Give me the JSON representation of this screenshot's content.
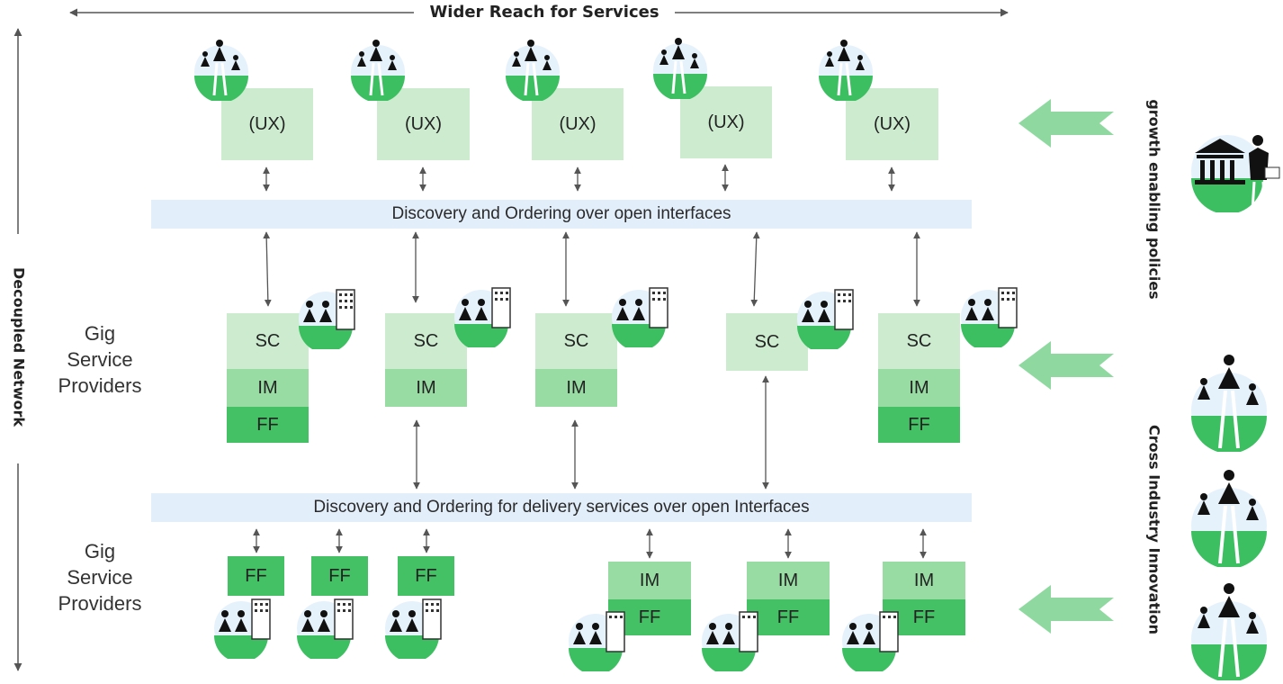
{
  "top_title": "Wider Reach for Services",
  "left_axis_label": "Decoupled Network",
  "ux_label": "(UX)",
  "band_top": "Discovery and Ordering over open interfaces",
  "band_bottom": "Discovery and Ordering for delivery services over open Interfaces",
  "group_label_1": "Gig\nService\nProviders",
  "group_label_2": "Gig\nService\nProviders",
  "stack_labels": {
    "sc": "SC",
    "im": "IM",
    "ff": "FF"
  },
  "right_labels": {
    "policies": "growth enabling policies",
    "innovation": "Cross Industry Innovation"
  },
  "icons": {
    "people_group": "people-group-icon",
    "handshake_building": "handshake-building-icon",
    "government": "government-building-icon"
  },
  "colors": {
    "ux": "#cdeccf",
    "sc": "#cdeccf",
    "im": "#98dca4",
    "ff": "#45c165",
    "band": "#e3eefb",
    "arrow_green": "#8fd9a0"
  }
}
